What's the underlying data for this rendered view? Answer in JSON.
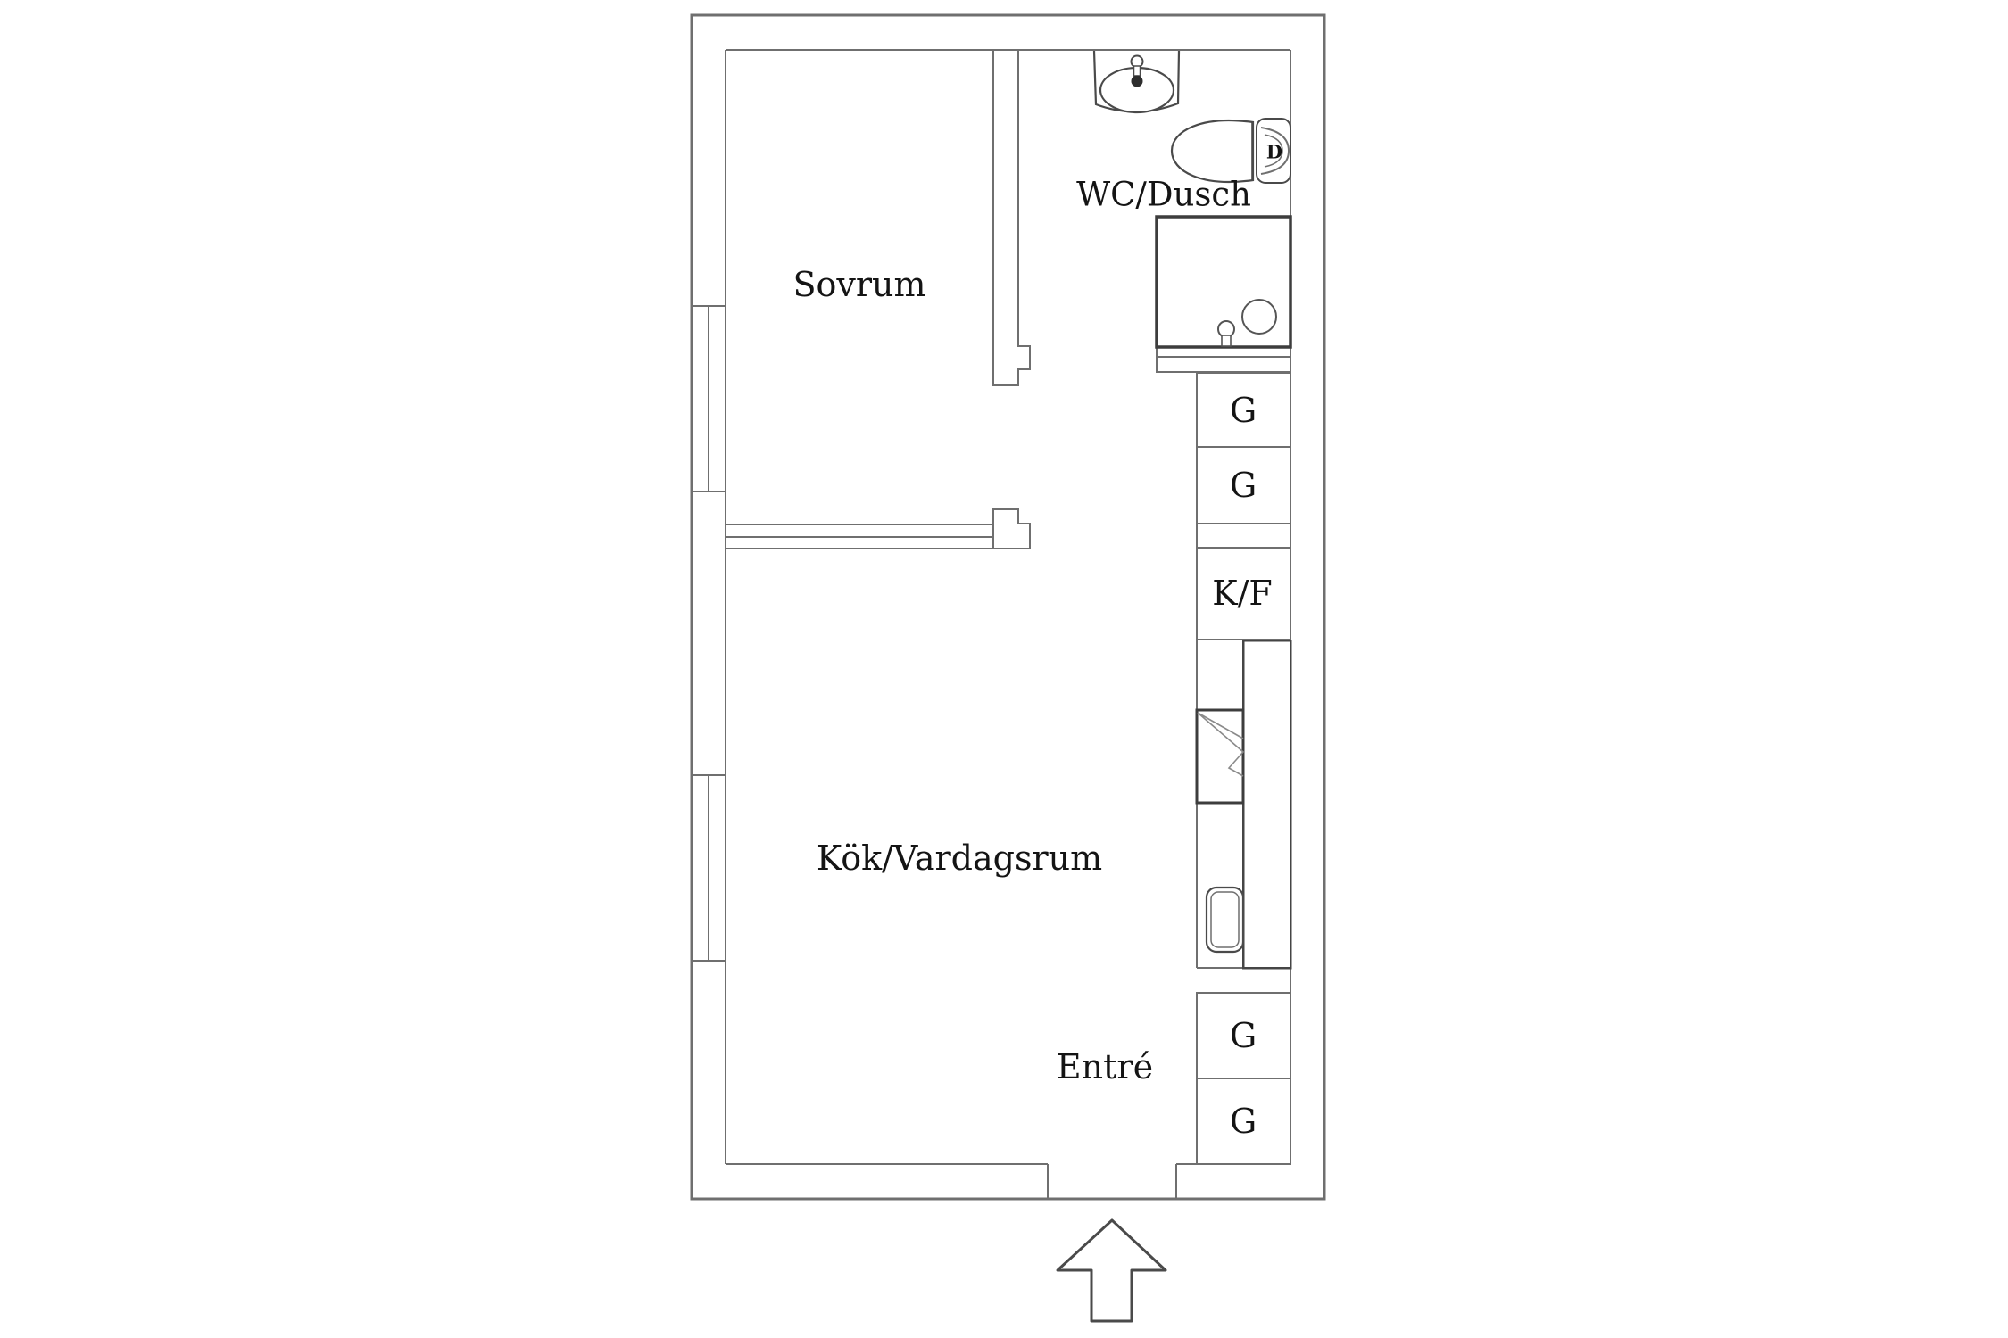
{
  "rooms": {
    "bedroom": {
      "label": "Sovrum"
    },
    "bathroom": {
      "label": "WC/Dusch"
    },
    "kitchen_living": {
      "label": "Kök/Vardagsrum"
    },
    "entrance": {
      "label": "Entré"
    }
  },
  "fixtures": {
    "wardrobes": [
      "G",
      "G",
      "G",
      "G"
    ],
    "fridge_freezer_label": "K/F",
    "toilet_cistern_label": "D"
  },
  "colors": {
    "background": "#ffffff",
    "wall_line": "#6f6f6f",
    "heavy_line": "#3d3d3d",
    "fixture_line": "#4a4a4a",
    "text": "#141414"
  }
}
